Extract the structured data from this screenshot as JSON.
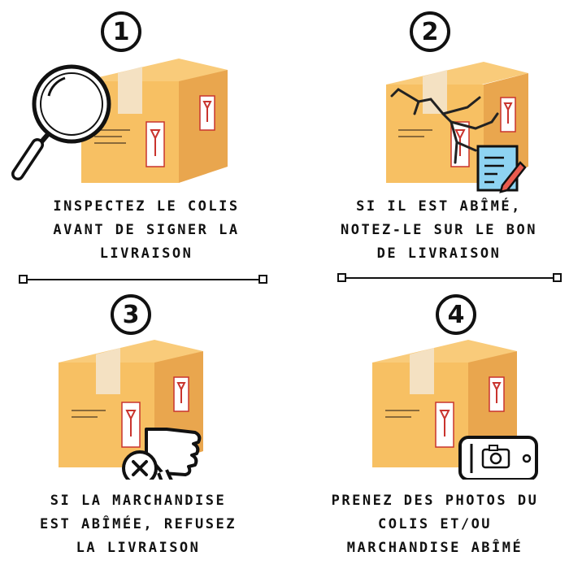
{
  "steps": [
    {
      "number": "1",
      "caption": [
        "Inspectez le colis",
        "avant de signer la",
        "livraison"
      ]
    },
    {
      "number": "2",
      "caption": [
        "Si il est abîmé,",
        "notez-le sur le bon",
        "de livraison"
      ]
    },
    {
      "number": "3",
      "caption": [
        "Si la marchandise",
        "est abîmée, refusez",
        "la livraison"
      ]
    },
    {
      "number": "4",
      "caption": [
        "Prenez des photos du",
        "colis et/ou",
        "marchandise abîmé"
      ]
    }
  ],
  "colors": {
    "box_front": "#F7C063",
    "box_side": "#E9A64E",
    "box_top": "#F9CB7A",
    "tape": "#F4E1C2",
    "ink": "#111111",
    "label_red": "#C9342E",
    "note_blue": "#8ED3F2"
  }
}
